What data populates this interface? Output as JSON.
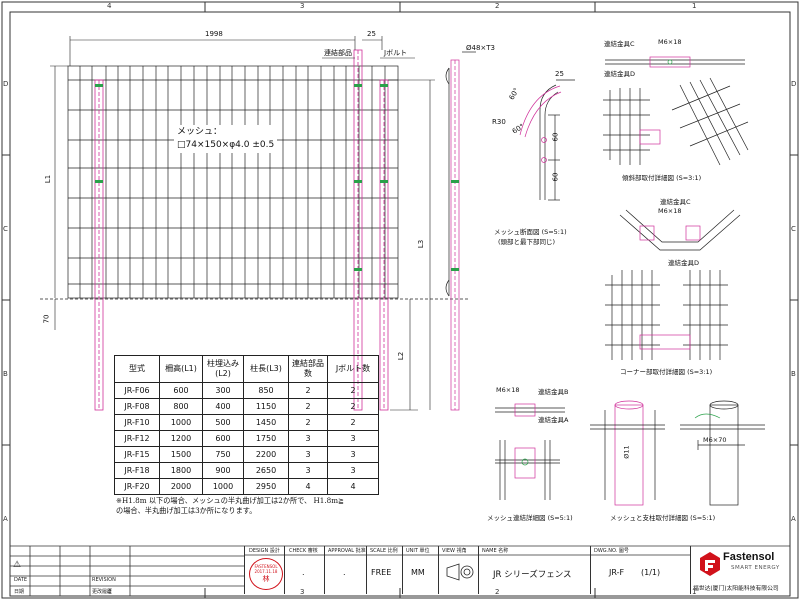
{
  "grid": {
    "columns": [
      "4",
      "3",
      "2",
      "1"
    ],
    "rows": [
      "D",
      "C",
      "B",
      "A"
    ]
  },
  "front_view": {
    "width_dim": "1998",
    "post_offset_dim": "25",
    "height_dim": "L1",
    "embed_dim": "L2",
    "length_dim": "L3",
    "ground_dim": "70",
    "label_connector": "連結部品",
    "label_jbolt": "Jボルト",
    "mesh_title": "メッシュ：",
    "mesh_spec": "□74×150×φ4.0 ±0.5"
  },
  "side_view": {
    "post_dim": "Ø48×T3"
  },
  "mesh_section": {
    "dim_25": "25",
    "dim_r30": "R30",
    "dim_60a": "60",
    "dim_60b": "60",
    "angle_a": "60°",
    "angle_b": "60°",
    "caption": "メッシュ断面図 (S=5:1)",
    "subcaption": "(頭部と最下部同じ)"
  },
  "slope_detail": {
    "label_c": "連結金具C",
    "label_d": "連結金具D",
    "bolt": "M6×18",
    "caption": "傾斜部取付詳細図 (S=3:1)"
  },
  "corner_detail": {
    "label_c": "連結金具C",
    "label_d": "連結金具D",
    "bolt": "M6×18",
    "caption": "コーナー部取付詳細図 (S=3:1)"
  },
  "mesh_joint": {
    "bolt": "M6×18",
    "label_b": "連結金具B",
    "label_a": "連結金具A",
    "caption": "メッシュ連結詳細図 (S=5:1)"
  },
  "post_mount": {
    "dim_dia": "Ø11",
    "bolt": "M6×70",
    "caption": "メッシュと支柱取付詳細図 (S=5:1)"
  },
  "table": {
    "headers": [
      "型式",
      "柵高(L1)",
      "柱埋込み (L2)",
      "柱長(L3)",
      "連結部品 数",
      "Jボルト数"
    ],
    "rows": [
      [
        "JR-F06",
        "600",
        "300",
        "850",
        "2",
        "2"
      ],
      [
        "JR-F08",
        "800",
        "400",
        "1150",
        "2",
        "2"
      ],
      [
        "JR-F10",
        "1000",
        "500",
        "1450",
        "2",
        "2"
      ],
      [
        "JR-F12",
        "1200",
        "600",
        "1750",
        "3",
        "3"
      ],
      [
        "JR-F15",
        "1500",
        "750",
        "2200",
        "3",
        "3"
      ],
      [
        "JR-F18",
        "1800",
        "900",
        "2650",
        "3",
        "3"
      ],
      [
        "JR-F20",
        "2000",
        "1000",
        "2950",
        "4",
        "4"
      ]
    ]
  },
  "note": {
    "line1": "※H1.8m 以下の場合、メッシュの半丸曲げ加工は2か所で、 H1.8m≧",
    "line2": "の場合、半丸曲げ加工は3か所になります。"
  },
  "title_block": {
    "design_hdr": "DESIGN 設計",
    "check_hdr": "CHECK 審核",
    "approval_hdr": "APPROVAL 批准",
    "scale_hdr": "SCALE 比例",
    "unit_hdr": "UNIT 單位",
    "view_hdr": "VIEW 視角",
    "name_hdr": "NAME 名称",
    "dwg_hdr": "DWG.NO. 圖号",
    "check_val": ".",
    "approval_val": ".",
    "scale_val": "FREE",
    "unit_val": "MM",
    "name_val": "JR シリーズフェンス",
    "dwg_val": "JR-F",
    "sheet_val": "(1/1)",
    "stamp_name": "FASTENSOL",
    "stamp_date": "2017.11.18",
    "stamp_person": "林",
    "rev_date": "DATE",
    "rev_revision": "REVISION",
    "rev_date_jp": "日期",
    "rev_revision_jp": "更改履歴",
    "brand": "Fastensol",
    "brand_sub": "SMART ENERGY",
    "company": "福世达(厦门)太阳能科技有限公司"
  },
  "colors": {
    "line": "#222222",
    "magenta": "#d0309a",
    "green": "#2aa14a",
    "brand_red": "#d1121b"
  }
}
